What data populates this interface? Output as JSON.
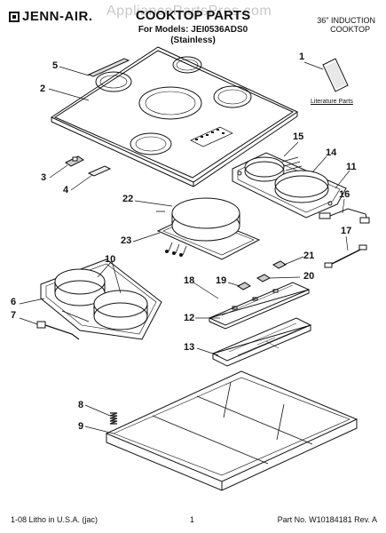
{
  "header": {
    "brand": "JENN-AIR.",
    "title": "COOKTOP PARTS",
    "models_line": "For Models: JEI0536ADS0",
    "variant": "(Stainless)",
    "type_line1": "36\" INDUCTION",
    "type_line2": "COOKTOP",
    "watermark": "AppliancePartsPros.com"
  },
  "literature_label": "Literature Parts",
  "callouts": [
    "1",
    "2",
    "3",
    "4",
    "5",
    "6",
    "7",
    "8",
    "9",
    "10",
    "11",
    "12",
    "13",
    "14",
    "15",
    "16",
    "17",
    "18",
    "19",
    "20",
    "21",
    "22",
    "23"
  ],
  "footer": {
    "left": "1-08 Litho in U.S.A. (jac)",
    "center": "1",
    "right": "Part No. W10184181 Rev. A"
  }
}
